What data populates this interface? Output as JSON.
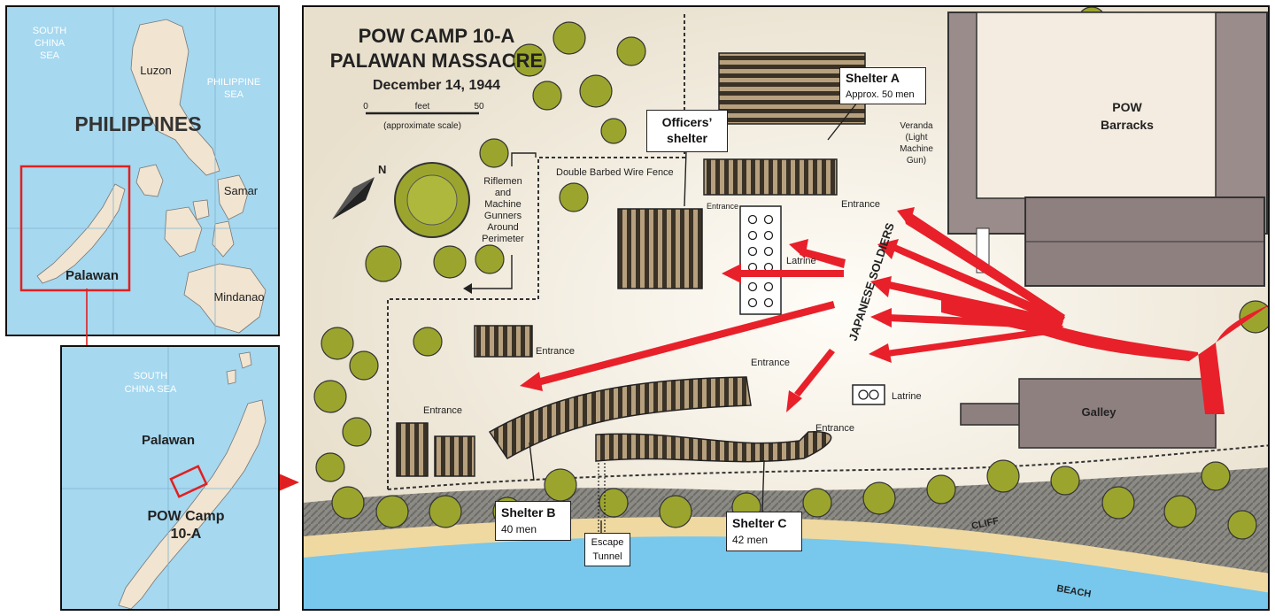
{
  "inset_philippines": {
    "south_china_sea_line1": "SOUTH",
    "south_china_sea_line2": "CHINA",
    "south_china_sea_line3": "SEA",
    "philippine_sea_line1": "PHILIPPINE",
    "philippine_sea_line2": "SEA",
    "country": "PHILIPPINES",
    "luzon": "Luzon",
    "samar": "Samar",
    "palawan": "Palawan",
    "mindanao": "Mindanao"
  },
  "inset_palawan": {
    "south_china_sea": "SOUTH",
    "south_china_sea_line2": "CHINA SEA",
    "palawan": "Palawan",
    "camp_line1": "POW Camp",
    "camp_line2": "10-A"
  },
  "main_map": {
    "title_line1": "POW CAMP 10-A",
    "title_line2": "PALAWAN MASSACRE",
    "date": "December 14, 1944",
    "scale_start": "0",
    "scale_unit": "feet",
    "scale_end": "50",
    "scale_note": "(approximate scale)",
    "north": "N",
    "riflemen_line1": "Riflemen",
    "riflemen_line2": "and",
    "riflemen_line3": "Machine",
    "riflemen_line4": "Gunners",
    "riflemen_line5": "Around",
    "riflemen_line6": "Perimeter",
    "fence_label": "Double Barbed Wire Fence",
    "officers_shelter_line1": "Officers’",
    "officers_shelter_line2": "shelter",
    "shelter_a_title": "Shelter A",
    "shelter_a_count": "Approx. 50 men",
    "shelter_b_title": "Shelter B",
    "shelter_b_count": "40 men",
    "shelter_c_title": "Shelter C",
    "shelter_c_count": "42 men",
    "escape_line1": "Escape",
    "escape_line2": "Tunnel",
    "veranda_line1": "Veranda",
    "veranda_line2": "(Light",
    "veranda_line3": "Machine",
    "veranda_line4": "Gun)",
    "pow_barracks_line1": "POW",
    "pow_barracks_line2": "Barracks",
    "japanese_soldiers": "JAPANESE SOLDIERS",
    "latrine_1": "Latrine",
    "latrine_2": "Latrine",
    "entrance_officers": "Entrance",
    "entrance_a": "Entrance",
    "entrance_small": "Entrance",
    "entrance_b": "Entrance",
    "entrance_c_top": "Entrance",
    "entrance_c_right": "Entrance",
    "galley": "Galley",
    "cliff": "CLIFF",
    "beach": "BEACH"
  },
  "colors": {
    "water": "#a6d8ef",
    "land": "#f1e4d0",
    "ground": "#efe8d8",
    "arrow_red": "#e8202a",
    "shelter_dark": "#3a3226",
    "shelter_log": "#b7a07e",
    "building": "#8f8080",
    "foliage": "#9ba52e",
    "cliff": "#8c8a84",
    "beach": "#efd9a0",
    "sea": "#78c7ec",
    "highlight_box": "#e02020"
  }
}
